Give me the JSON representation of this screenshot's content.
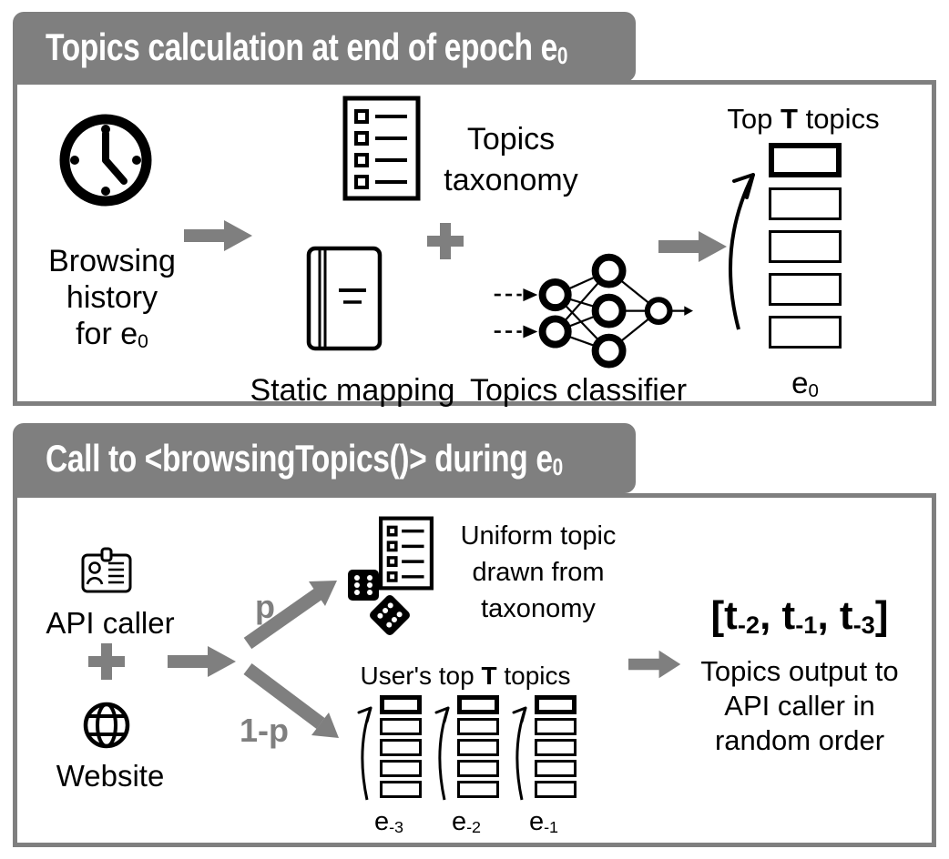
{
  "colors": {
    "accent_gray": "#7f7f7f",
    "black": "#000000",
    "white": "#ffffff"
  },
  "panel1": {
    "header": {
      "text": "Topics calculation at end of epoch e",
      "sub": "0"
    },
    "browsing": {
      "line1": "Browsing",
      "line2": "history",
      "line3_prefix": "for e",
      "line3_sub": "0"
    },
    "taxonomy": {
      "line1": "Topics",
      "line2": "taxonomy"
    },
    "static_mapping": "Static mapping",
    "classifier": "Topics classifier",
    "top_topics": {
      "prefix": "Top ",
      "bold": "T",
      "suffix": " topics"
    },
    "epoch": {
      "base": "e",
      "sub": "0"
    }
  },
  "panel2": {
    "header": {
      "text": "Call to <browsingTopics()> during e",
      "sub": "0"
    },
    "api_caller": "API caller",
    "website": "Website",
    "prob_p": "p",
    "prob_1p": "1-p",
    "uniform": {
      "line1": "Uniform topic",
      "line2": "drawn from",
      "line3": "taxonomy"
    },
    "users_top": {
      "prefix": "User's top ",
      "bold": "T",
      "suffix": " topics"
    },
    "epochs": [
      {
        "base": "e",
        "sub": "-3"
      },
      {
        "base": "e",
        "sub": "-2"
      },
      {
        "base": "e",
        "sub": "-1"
      }
    ],
    "output": {
      "t1": "[t",
      "s1": "-2",
      "t2": ", t",
      "s2": "-1",
      "t3": ", t",
      "s3": "-3",
      "t4": "]"
    },
    "caption": {
      "line1": "Topics output to",
      "line2": "API caller in",
      "line3": "random order"
    }
  }
}
